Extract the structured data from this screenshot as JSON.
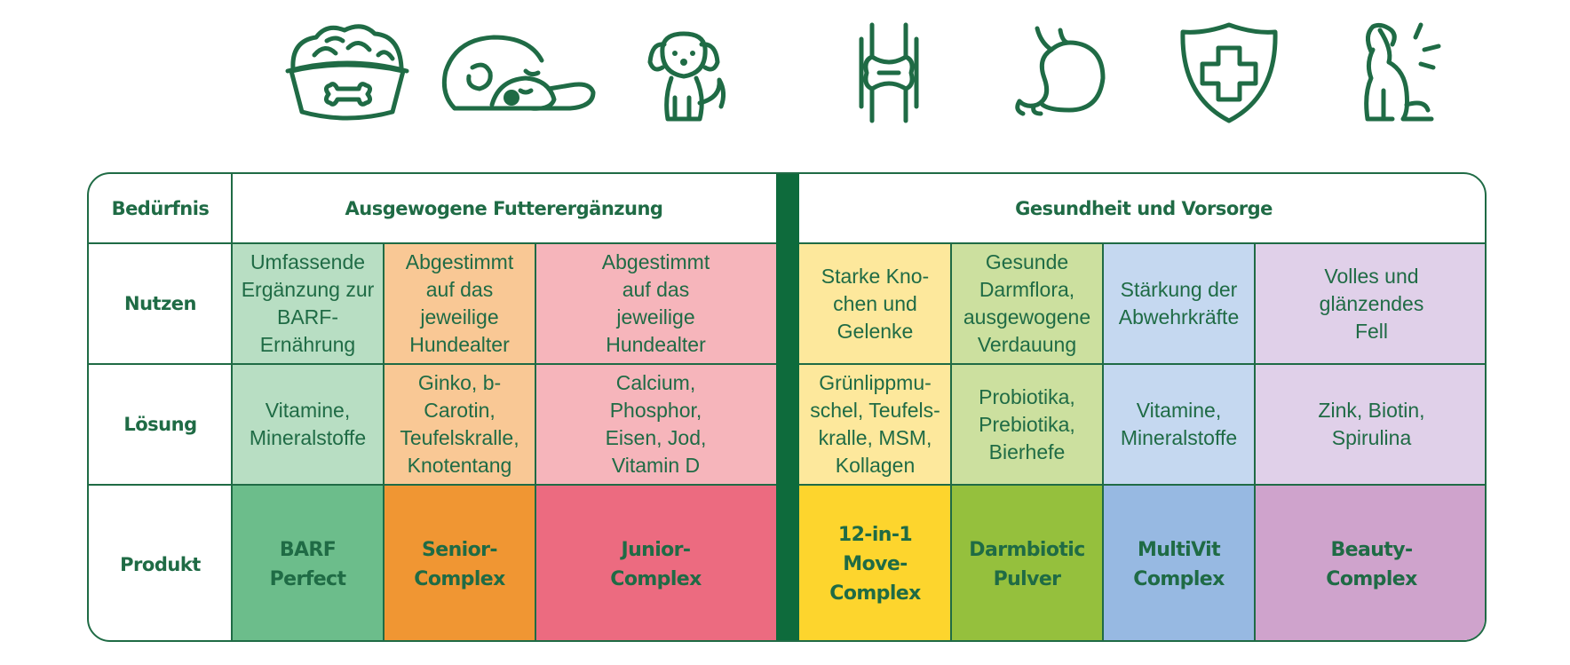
{
  "icons": [
    {
      "name": "food-bowl-icon"
    },
    {
      "name": "sleeping-dog-icon"
    },
    {
      "name": "puppy-icon"
    },
    {
      "name": "joint-bone-icon"
    },
    {
      "name": "stomach-icon"
    },
    {
      "name": "health-shield-icon"
    },
    {
      "name": "barking-dog-icon"
    }
  ],
  "table": {
    "row_labels": {
      "need": "Bedürfnis",
      "benefit": "Nutzen",
      "solution": "Lösung",
      "product": "Produkt"
    },
    "groups": [
      {
        "label": "Ausgewogene Futterergänzung"
      },
      {
        "label": "Gesundheit und Vorsorge"
      }
    ],
    "columns": [
      {
        "benefit": "Umfassende\nErgänzung zur\nBARF-\nErnährung",
        "solution": "Vitamine,\nMineralstoffe",
        "product": "BARF\nPerfect",
        "light_color": "#b8dec3",
        "strong_color": "#6cbd8b"
      },
      {
        "benefit": "Abgestimmt\nauf das\njeweilige\nHundealter",
        "solution": "Ginko, b-Carotin,\nTeufelskralle,\nKnotentang",
        "product": "Senior-\nComplex",
        "light_color": "#f9c895",
        "strong_color": "#f09633"
      },
      {
        "benefit": "Abgestimmt\nauf das\njeweilige\nHundealter",
        "solution": "Calcium,\nPhosphor,\nEisen, Jod,\nVitamin D",
        "product": "Junior-\nComplex",
        "light_color": "#f6b5bb",
        "strong_color": "#ec6b80"
      },
      {
        "benefit": "Starke Kno-\nchen und\nGelenke",
        "solution": "Grünlippmu-\nschel, Teufels-\nkralle, MSM,\nKollagen",
        "product": "12-in-1\nMove-Complex",
        "light_color": "#fde89c",
        "strong_color": "#fdd52d"
      },
      {
        "benefit": "Gesunde\nDarmflora,\nausgewogene\nVerdauung",
        "solution": "Probiotika,\nPrebiotika,\nBierhefe",
        "product": "Darmbiotic\nPulver",
        "light_color": "#cce09f",
        "strong_color": "#95c03d"
      },
      {
        "benefit": "Stärkung der\nAbwehrkräfte",
        "solution": "Vitamine,\nMineralstoffe",
        "product": "MultiVit\nComplex",
        "light_color": "#c5d8f0",
        "strong_color": "#97b9e2"
      },
      {
        "benefit": "Volles und\nglänzendes\nFell",
        "solution": "Zink, Biotin,\nSpirulina",
        "product": "Beauty-\nComplex",
        "light_color": "#e0d0e9",
        "strong_color": "#cfa3cc"
      }
    ],
    "colors": {
      "border": "#1f6b45",
      "divider": "#0e6b3c",
      "text": "#1f6b45"
    }
  }
}
